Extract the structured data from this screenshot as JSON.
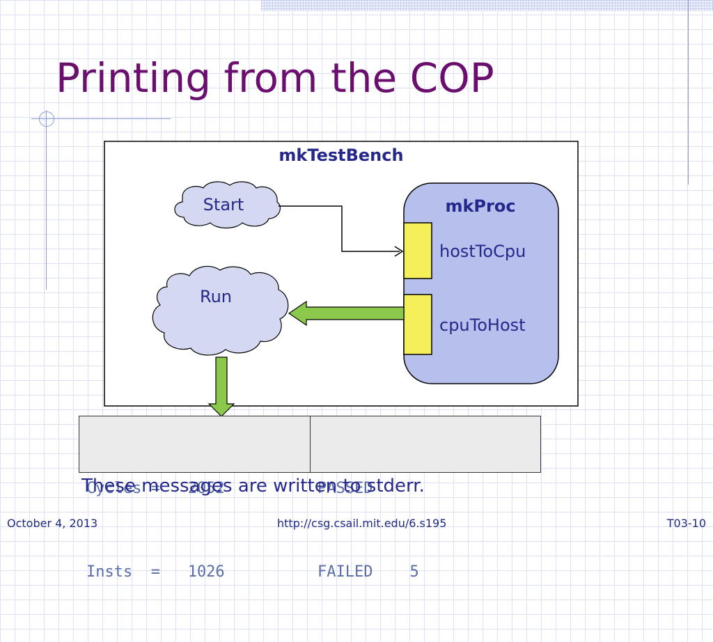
{
  "slide": {
    "title": "Printing from the COP"
  },
  "diagram": {
    "testbench_label": "mkTestBench",
    "proc_label": "mkProc",
    "start_label": "Start",
    "run_label": "Run",
    "host_to_cpu_label": "hostToCpu",
    "cpu_to_host_label": "cpuToHost"
  },
  "console": {
    "left_lines": [
      "Cycles =   2052",
      "Insts  =   1026"
    ],
    "right_lines": [
      "PASSED",
      "FAILED    5"
    ]
  },
  "note": "These messages are written to stderr.",
  "footer": {
    "date": "October 4, 2013",
    "url": "http://csg.csail.mit.edu/6.s195",
    "slide_number": "T03-10"
  },
  "colors": {
    "title": "#6b0f6e",
    "accent_text": "#25278a",
    "proc_fill": "#b7c0ec",
    "port_fill": "#f5ef5a",
    "arrow_fill": "#8cc84b",
    "cloud_fill": "#d4d8f0"
  }
}
